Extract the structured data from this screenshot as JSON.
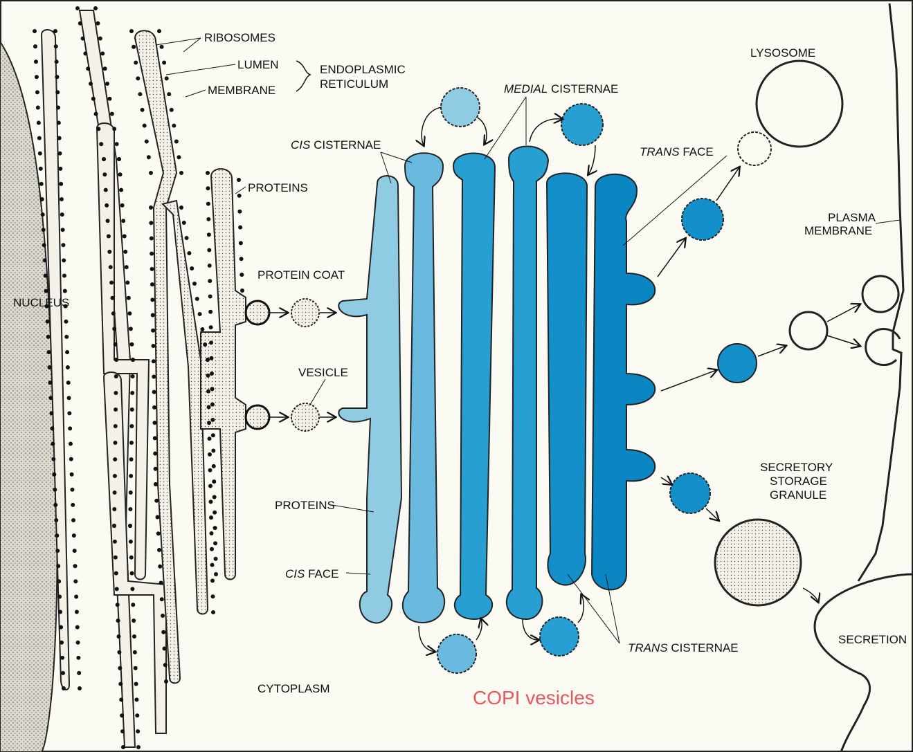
{
  "labels": {
    "ribosomes": "RIBOSOMES",
    "lumen": "LUMEN",
    "membrane": "MEMBRANE",
    "er_line1": "ENDOPLASMIC",
    "er_line2": "RETICULUM",
    "proteins_top": "PROTEINS",
    "nucleus": "NUCLEUS",
    "protein_coat": "PROTEIN COAT",
    "vesicle": "VESICLE",
    "proteins_bottom": "PROTEINS",
    "cis_face_italic": "CIS",
    "cis_face_rest": " FACE",
    "cis_cisternae_italic": "CIS",
    "cis_cisternae_rest": " CISTERNAE",
    "medial_italic": "MEDIAL",
    "medial_rest": " CISTERNAE",
    "trans_face_italic": "TRANS",
    "trans_face_rest": " FACE",
    "trans_cisternae_italic": "TRANS",
    "trans_cisternae_rest": " CISTERNAE",
    "lysosome": "LYSOSOME",
    "plasma_line1": "PLASMA",
    "plasma_line2": "MEMBRANE",
    "secretory_line1": "SECRETORY",
    "secretory_line2": "STORAGE",
    "secretory_line3": "GRANULE",
    "secretion": "SECRETION",
    "cytoplasm": "CYTOPLASM"
  },
  "overlay": {
    "copi": "COPI vesicles"
  },
  "colors": {
    "cis_light": "#8fcbe3",
    "cis_mid": "#6ab9de",
    "medial": "#279fd2",
    "trans": "#1390c9",
    "trans_dark": "#0a86c2",
    "nucleus_fill": "#d9d6cc",
    "background": "#fbfaf3",
    "copi_text": "#e8575e"
  }
}
